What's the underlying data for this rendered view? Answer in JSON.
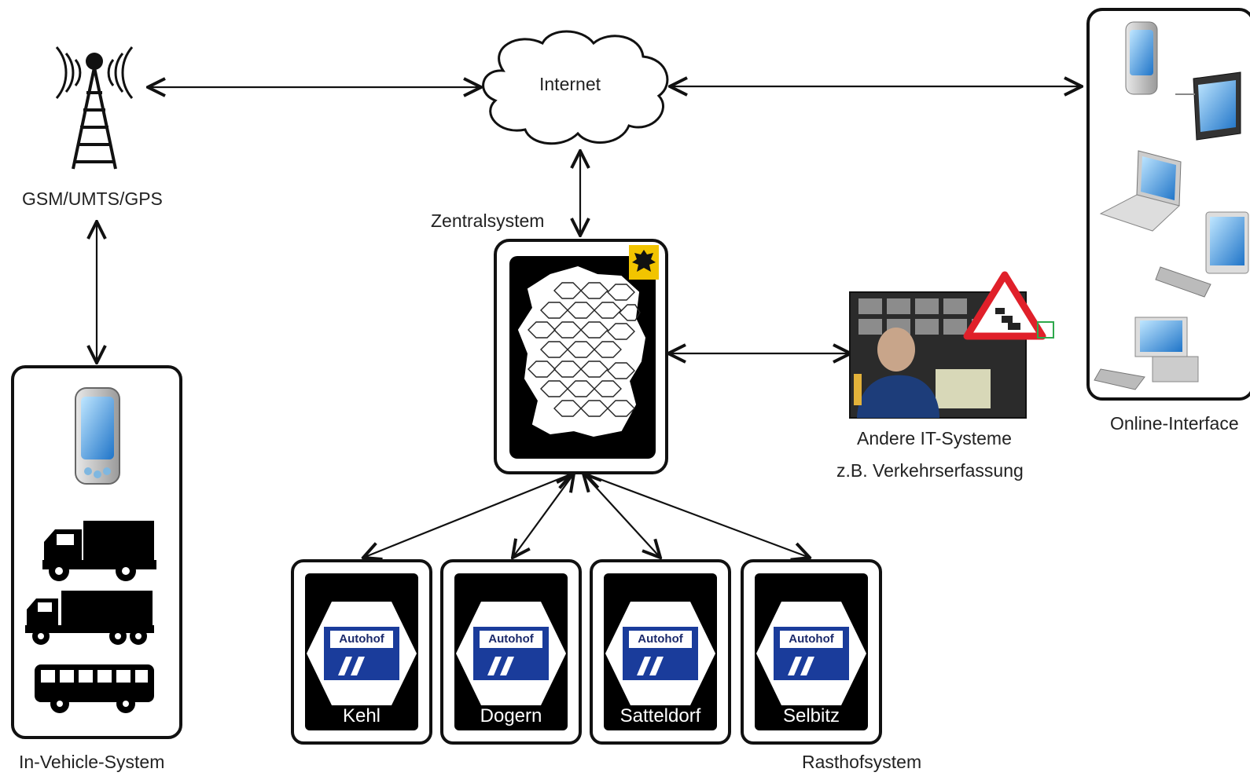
{
  "labels": {
    "antenna": "GSM/UMTS/GPS",
    "internet": "Internet",
    "central": "Zentralsystem",
    "vehicle": "In-Vehicle-System",
    "online": "Online-Interface",
    "other_line1": "Andere IT-Systeme",
    "other_line2": "z.B. Verkehrserfassung",
    "rest_area": "Rasthofsystem"
  },
  "sign_text": "Autohof",
  "sites": [
    {
      "name": "Kehl"
    },
    {
      "name": "Dogern"
    },
    {
      "name": "Satteldorf"
    },
    {
      "name": "Selbitz"
    }
  ],
  "icons": [
    "antenna-icon",
    "cloud-icon",
    "germany-map-icon",
    "federal-eagle-icon",
    "pda-icon",
    "truck-icon",
    "trailer-truck-icon",
    "bus-icon",
    "traffic-control-room-image",
    "warning-triangle-icon",
    "tablet-icon",
    "laptop-icon",
    "desktop-pc-icon",
    "autohof-sign-icon"
  ],
  "colors": {
    "sign_blue": "#1a3c9b",
    "warning_red": "#e0202a",
    "screen_blue": "#3aa6e4"
  }
}
